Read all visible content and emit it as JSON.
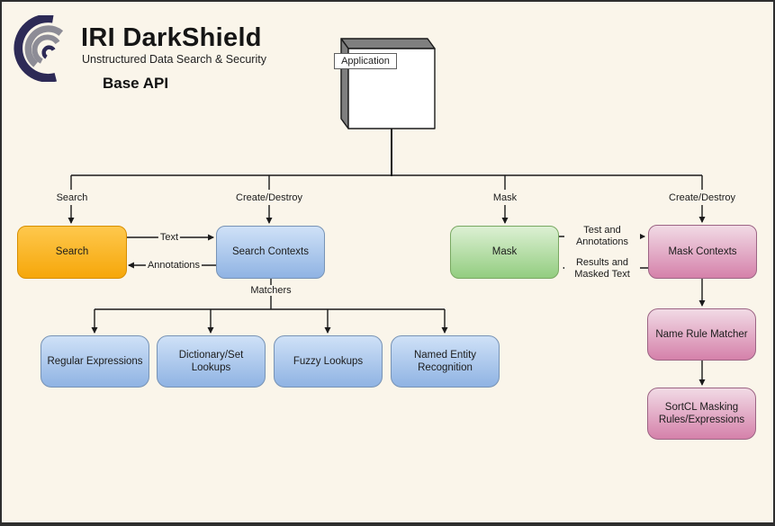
{
  "header": {
    "brand": "IRI DarkShield",
    "subtitle": "Unstructured Data Search & Security",
    "diagram_title": "Base API"
  },
  "application": {
    "label": "Application"
  },
  "nodes": {
    "search": {
      "label": "Search"
    },
    "search_contexts": {
      "label": "Search Contexts"
    },
    "mask": {
      "label": "Mask"
    },
    "mask_contexts": {
      "label": "Mask Contexts"
    },
    "regular_expressions": {
      "label": "Regular Expressions"
    },
    "dictionary_set_lookups": {
      "label": "Dictionary/Set Lookups"
    },
    "fuzzy_lookups": {
      "label": "Fuzzy Lookups"
    },
    "named_entity_recognition": {
      "label": "Named Entity Recognition"
    },
    "name_rule_matcher": {
      "label": "Name Rule Matcher"
    },
    "sortcl_masking_rules": {
      "label": "SortCL Masking Rules/Expressions"
    }
  },
  "edge_labels": {
    "search": "Search",
    "create_destroy_search": "Create/Destroy",
    "mask": "Mask",
    "create_destroy_mask": "Create/Destroy",
    "text": "Text",
    "annotations": "Annotations",
    "test_and_annotations": "Test and Annotations",
    "results_and_masked_text": "Results and Masked Text",
    "matchers": "Matchers"
  },
  "colors": {
    "bg": "#faf5ea",
    "line": "#1a1a1a",
    "logo_navy": "#2d2a56",
    "logo_gray": "#8d8c96",
    "cube_face": "#ffffff",
    "cube_side": "#7f7f7f",
    "orange_top": "#fec84d",
    "orange_bottom": "#f6a70a",
    "orange_border": "#d78e00",
    "blue_top": "#cfe1f7",
    "blue_bottom": "#8fb3e3",
    "blue_border": "#7793b5",
    "green_top": "#dcf0d3",
    "green_bottom": "#93cd80",
    "green_border": "#78a861",
    "pink_top": "#f1dae5",
    "pink_bottom": "#d581aa",
    "pink_border": "#9c6484"
  }
}
